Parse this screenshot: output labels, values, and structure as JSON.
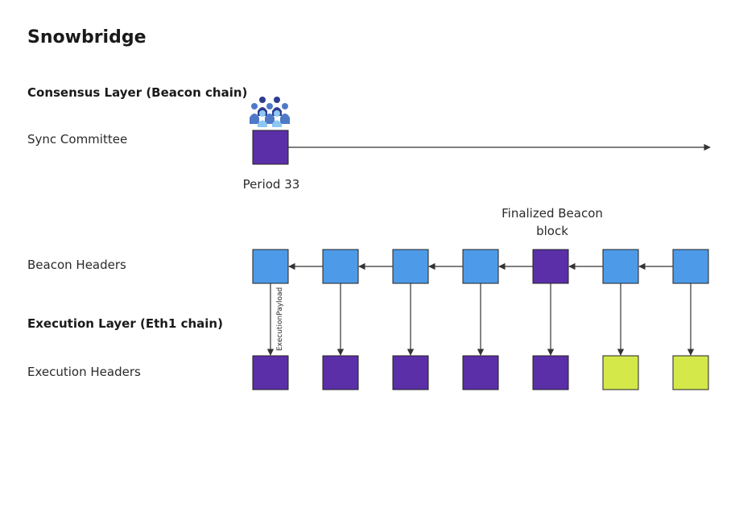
{
  "title": "Snowbridge",
  "sections": {
    "consensus": "Consensus Layer (Beacon chain)",
    "execution": "Execution Layer (Eth1 chain)"
  },
  "rows": {
    "sync_committee": "Sync Committee",
    "beacon_headers": "Beacon Headers",
    "execution_headers": "Execution Headers"
  },
  "labels": {
    "period": "Period 33",
    "finalized": "Finalized Beacon block",
    "execution_payload": "ExecutionPayload"
  },
  "icons": {
    "committee": "people-group-icon"
  },
  "colors": {
    "beacon": "#4d9be8",
    "purple": "#5b2fa8",
    "lime": "#d4e84a",
    "line": "#333333"
  },
  "beacon_blocks": [
    "beacon",
    "beacon",
    "beacon",
    "beacon",
    "finalized",
    "beacon",
    "beacon"
  ],
  "execution_blocks": [
    "finalized",
    "finalized",
    "finalized",
    "finalized",
    "finalized",
    "pending",
    "pending"
  ]
}
